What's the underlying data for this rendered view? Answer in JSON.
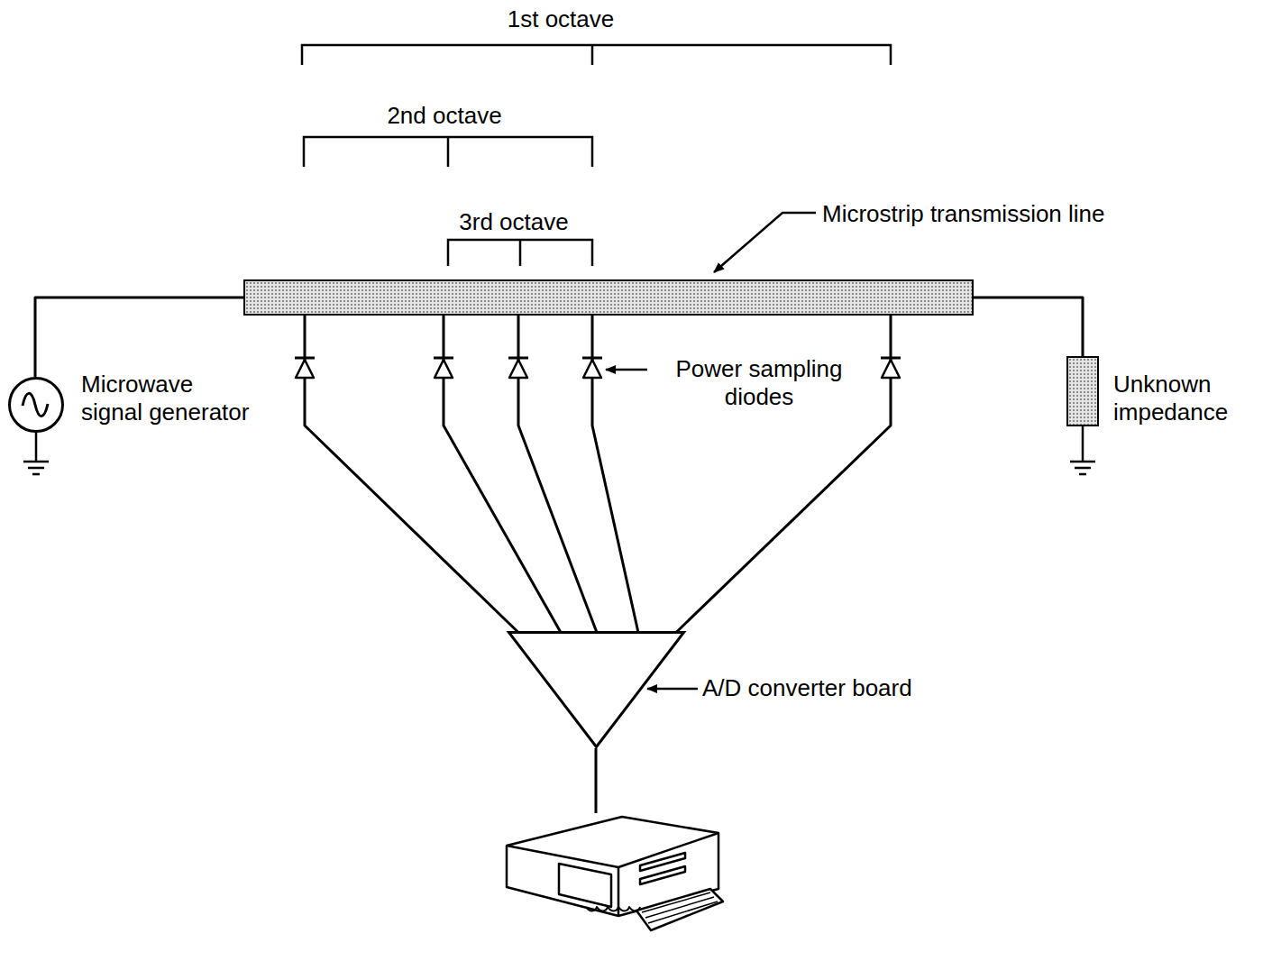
{
  "diagram": {
    "nodes": [
      {
        "text": [
          "Microwave signal generator"
        ]
      },
      {
        "text": [
          "Microstrip transmission line"
        ]
      },
      {
        "text": [
          "Unknown impedance"
        ]
      },
      {
        "text": [
          "A/D converter board"
        ]
      }
    ],
    "edges": [
      {
        "from": 0,
        "to": 1,
        "arrow": "none"
      },
      {
        "from": 1,
        "to": 2,
        "arrow": "none"
      },
      {
        "from": 1,
        "to": 3,
        "arrow": "none"
      },
      {
        "from": 1,
        "to": 3,
        "arrow": "none"
      },
      {
        "from": 1,
        "to": 3,
        "arrow": "none"
      },
      {
        "from": 1,
        "to": 3,
        "arrow": "none"
      },
      {
        "from": 1,
        "to": 3,
        "arrow": "none"
      }
    ],
    "labels": [
      "1st octave",
      "2nd octave",
      "3rd octave",
      "Power sampling diodes"
    ]
  }
}
